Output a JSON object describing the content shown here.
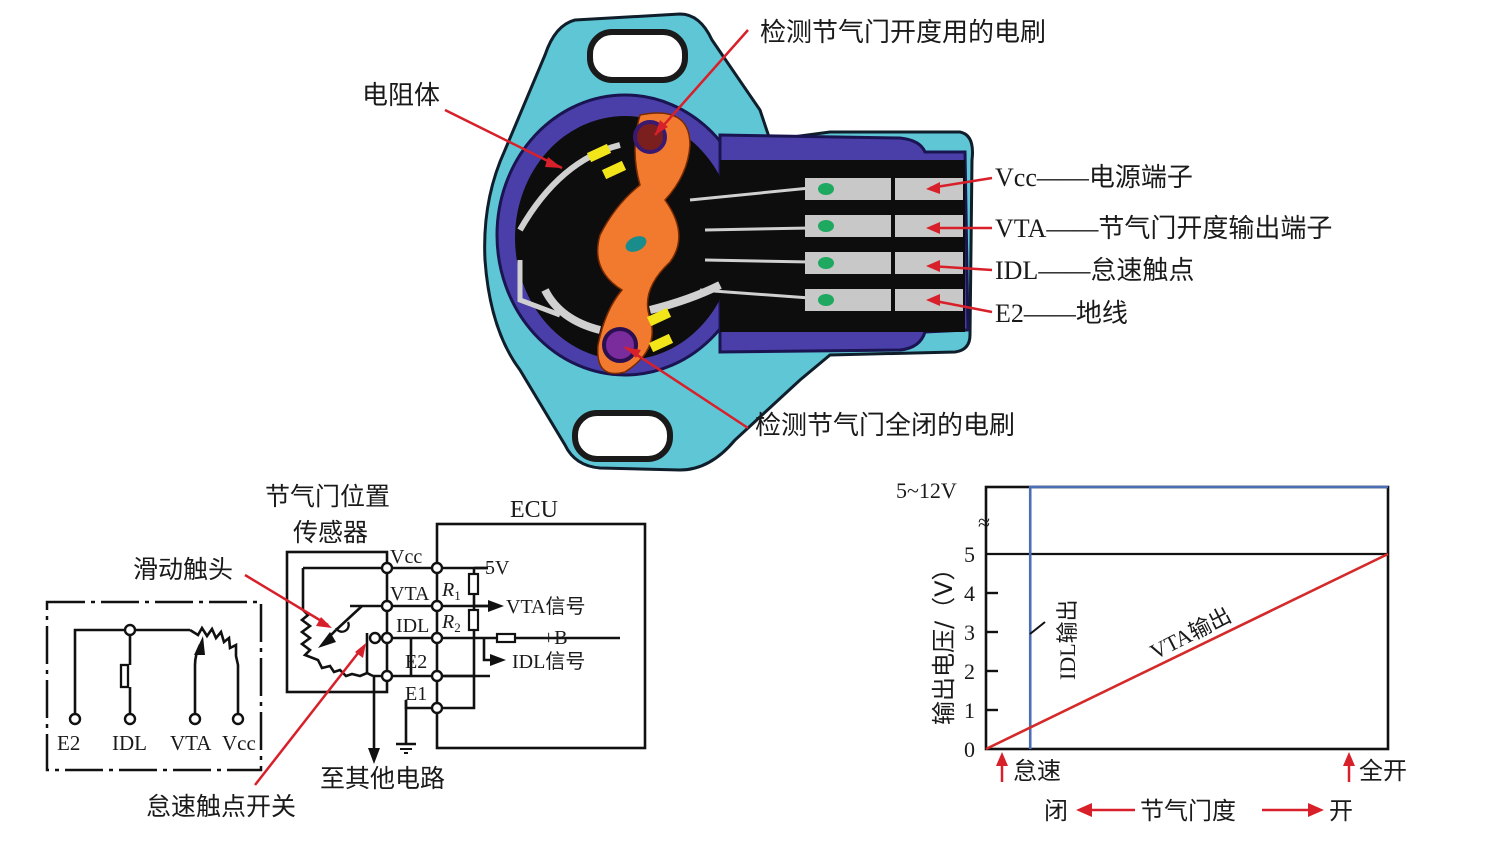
{
  "sensor_figure": {
    "callouts": {
      "resistor_body": "电阻体",
      "opening_brush": "检测节气门开度用的电刷",
      "closed_brush": "检测节气门全闭的电刷"
    },
    "terminals": [
      {
        "pin": "Vcc",
        "sep": "——",
        "desc": "电源端子"
      },
      {
        "pin": "VTA",
        "sep": "——",
        "desc": "节气门开度输出端子"
      },
      {
        "pin": "IDL",
        "sep": "——",
        "desc": "怠速触点"
      },
      {
        "pin": "E2",
        "sep": "——",
        "desc": "地线"
      }
    ],
    "colors": {
      "housing": "#5fc6d6",
      "inner_ring": "#4a3fa8",
      "interior": "#0d0d0d",
      "rotor": "#f27a2e",
      "contact_pad": "#c8c8c8",
      "pad_dot": "#1fa860",
      "brush_yellow": "#f2e51a",
      "callout": "#d8202a"
    }
  },
  "schematic": {
    "simple": {
      "pins": [
        "E2",
        "IDL",
        "VTA",
        "Vcc"
      ]
    },
    "sensor_title_line1": "节气门位置",
    "sensor_title_line2": "传感器",
    "ecu_label": "ECU",
    "sensor_pins": [
      "Vcc",
      "VTA",
      "IDL",
      "E2",
      "E1"
    ],
    "r1_label": "R",
    "r1_sub": "1",
    "r2_label": "R",
    "r2_sub": "2",
    "supply_5v": "5V",
    "vta_signal": "VTA信号",
    "plus_b": "+B",
    "idl_signal": "IDL信号",
    "slider_label": "滑动触头",
    "idle_switch_label": "怠速触点开关",
    "other_circuits": "至其他电路"
  },
  "chart_data": {
    "type": "line",
    "title": "",
    "ylabel": "输出电压/（V）",
    "xlabel": "节气门度",
    "x_direction": {
      "left": "闭",
      "right": "开"
    },
    "x_markers": [
      {
        "label": "怠速",
        "x": 0.0
      },
      {
        "label": "全开",
        "x": 1.0
      }
    ],
    "y_ticks": [
      "0",
      "1",
      "2",
      "3",
      "4",
      "5"
    ],
    "y_break_label": "5~12V",
    "ylim": [
      0,
      5
    ],
    "xlim": [
      0,
      1
    ],
    "grid": false,
    "series": [
      {
        "name": "VTA输出",
        "color": "#d42a2a",
        "points": [
          [
            0.0,
            0.0
          ],
          [
            1.0,
            5.0
          ]
        ]
      },
      {
        "name": "IDL输出",
        "color": "#4a6fb5",
        "points": [
          [
            0.0,
            0.0
          ],
          [
            0.11,
            0.0
          ],
          [
            0.11,
            "5~12V"
          ],
          [
            1.0,
            "5~12V"
          ]
        ]
      }
    ],
    "annotations": [
      "VTA输出",
      "IDL输出"
    ]
  }
}
